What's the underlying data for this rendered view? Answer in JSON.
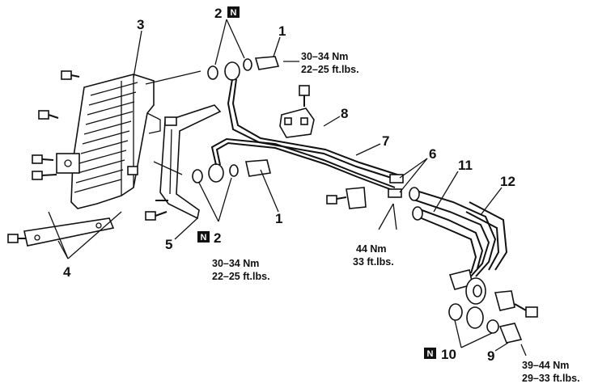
{
  "labels": {
    "l1_top": "1",
    "l1_bottom": "1",
    "l2_top": "2",
    "l2_bottom": "2",
    "l3": "3",
    "l4": "4",
    "l5": "5",
    "l6": "6",
    "l7": "7",
    "l8": "8",
    "l9": "9",
    "l10": "10",
    "l11": "11",
    "l12": "12"
  },
  "new_part_badge": "N",
  "torques": {
    "top_right_nm": "30–34 Nm",
    "top_right_ft": "22–25 ft.lbs.",
    "bottom_center_nm": "30–34 Nm",
    "bottom_center_ft": "22–25 ft.lbs.",
    "middle_right_nm": "44 Nm",
    "middle_right_ft": "33 ft.lbs.",
    "bottom_right_nm": "39–44 Nm",
    "bottom_right_ft": "29–33 ft.lbs."
  }
}
